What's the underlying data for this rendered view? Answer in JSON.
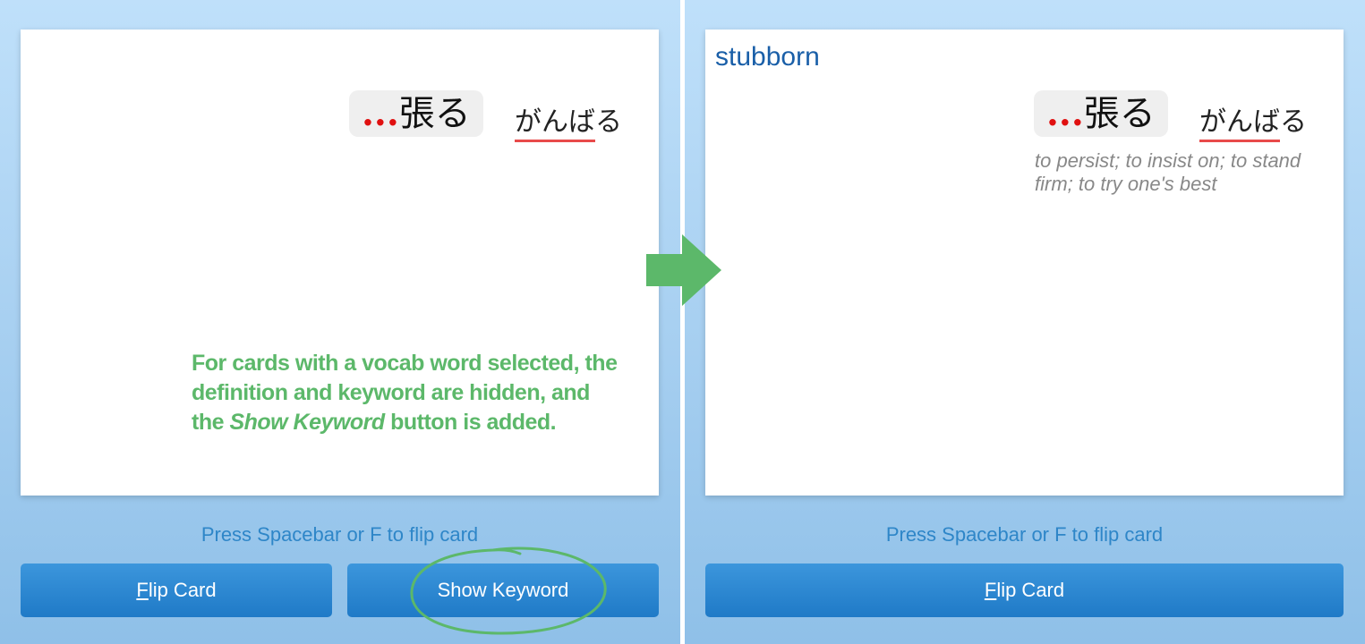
{
  "left_card": {
    "kanji_prefix": "...",
    "kanji": "張る",
    "kana": "がんば",
    "kana_tail": "る",
    "annotation_line1": "For cards with a vocab word selected, the",
    "annotation_line2": "definition and keyword are hidden, and",
    "annotation_line3_pre": "the ",
    "annotation_line3_em": "Show Keyword",
    "annotation_line3_post": " button is added."
  },
  "right_card": {
    "keyword": "stubborn",
    "kanji_prefix": "...",
    "kanji": "張る",
    "kana": "がんば",
    "kana_tail": "る",
    "definition": "to persist; to insist on; to stand firm; to try one's best"
  },
  "hint_text": "Press Spacebar or F to flip card",
  "buttons": {
    "flip_first_letter": "F",
    "flip_rest": "lip Card",
    "show_keyword": "Show Keyword"
  },
  "colors": {
    "accent_green": "#5cb86a",
    "button_blue": "#2a88d2",
    "keyword_blue": "#1a5fa8",
    "hint_blue": "#2e86c8",
    "red_accent": "#e01010"
  },
  "icons": {
    "arrow": "right-arrow-icon",
    "highlight": "highlight-ellipse"
  }
}
